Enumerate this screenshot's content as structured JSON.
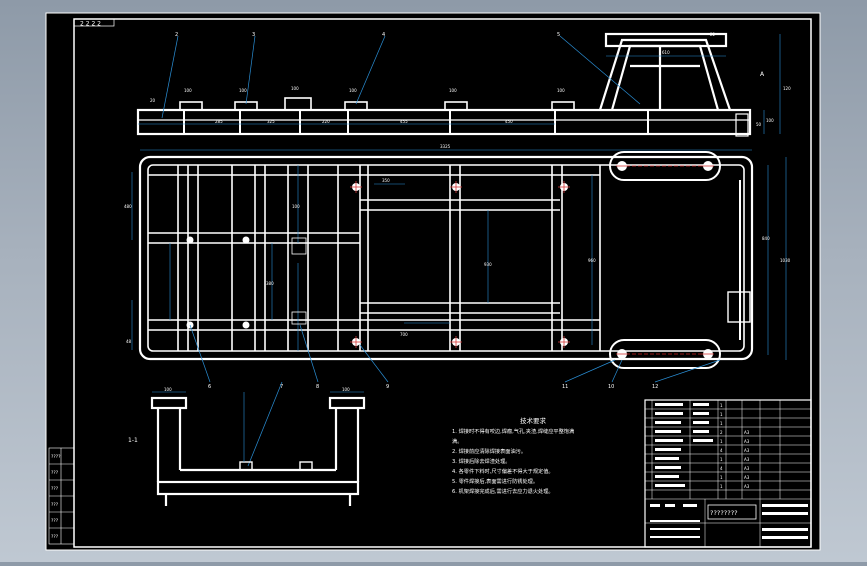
{
  "colors": {
    "background": "#a3adb9",
    "sheet": "#000000",
    "line": "#ffffff",
    "dimension": "#2a8fd6",
    "leader": "#2a8fd6",
    "hole": "#d63a3a",
    "centerline": "#cc2222"
  },
  "title_stamp": {
    "text": "2 2 2 2"
  },
  "top_view": {
    "dim_labels": [
      "20",
      "100",
      "100",
      "100",
      "100",
      "100",
      "100",
      "285",
      "325",
      "220",
      "455",
      "450",
      "610",
      "22"
    ],
    "side_dims": [
      "50",
      "100",
      "120"
    ],
    "section_mark": "A"
  },
  "plan_view": {
    "overall_dim": "3325",
    "side_dims": [
      "480",
      "840",
      "1030"
    ],
    "inner_dims": [
      "350",
      "930",
      "960",
      "380",
      "700",
      "48",
      "100"
    ]
  },
  "callouts": [
    "2",
    "3",
    "4",
    "5",
    "6",
    "7",
    "8",
    "9",
    "10",
    "11",
    "12"
  ],
  "section_view": {
    "label": "1-1",
    "dims": [
      "100",
      "100"
    ]
  },
  "notes": {
    "title": "技术要求",
    "lines": [
      "1. 焊接时不得有咬边,焊瘤,气孔,夹渣,焊缝应平整饱满",
      "满。",
      "2. 焊接前应清除焊接表面油污。",
      "3. 焊接后除去焊渣处理。",
      "4. 各零件下料时,尺寸偏差不得大于规定值。",
      "5. 零件焊接后,表面需进行防锈处理。",
      "6. 机架焊接完成后,需进行去应力退火处理。"
    ]
  },
  "title_block": {
    "name_placeholder": "????????",
    "rows": [
      [
        "",
        "1",
        ""
      ],
      [
        "",
        "1",
        ""
      ],
      [
        "",
        "1",
        ""
      ],
      [
        "",
        "2",
        "A3"
      ],
      [
        "",
        "1",
        "A3"
      ],
      [
        "",
        "4",
        "A3"
      ],
      [
        "",
        "1",
        "A3"
      ],
      [
        "",
        "4",
        "A3"
      ],
      [
        "",
        "1",
        "A3"
      ],
      [
        "",
        "1",
        "A3"
      ]
    ]
  },
  "left_strip": {
    "labels": [
      "????",
      "???",
      "???",
      "???",
      "???",
      "???"
    ]
  }
}
